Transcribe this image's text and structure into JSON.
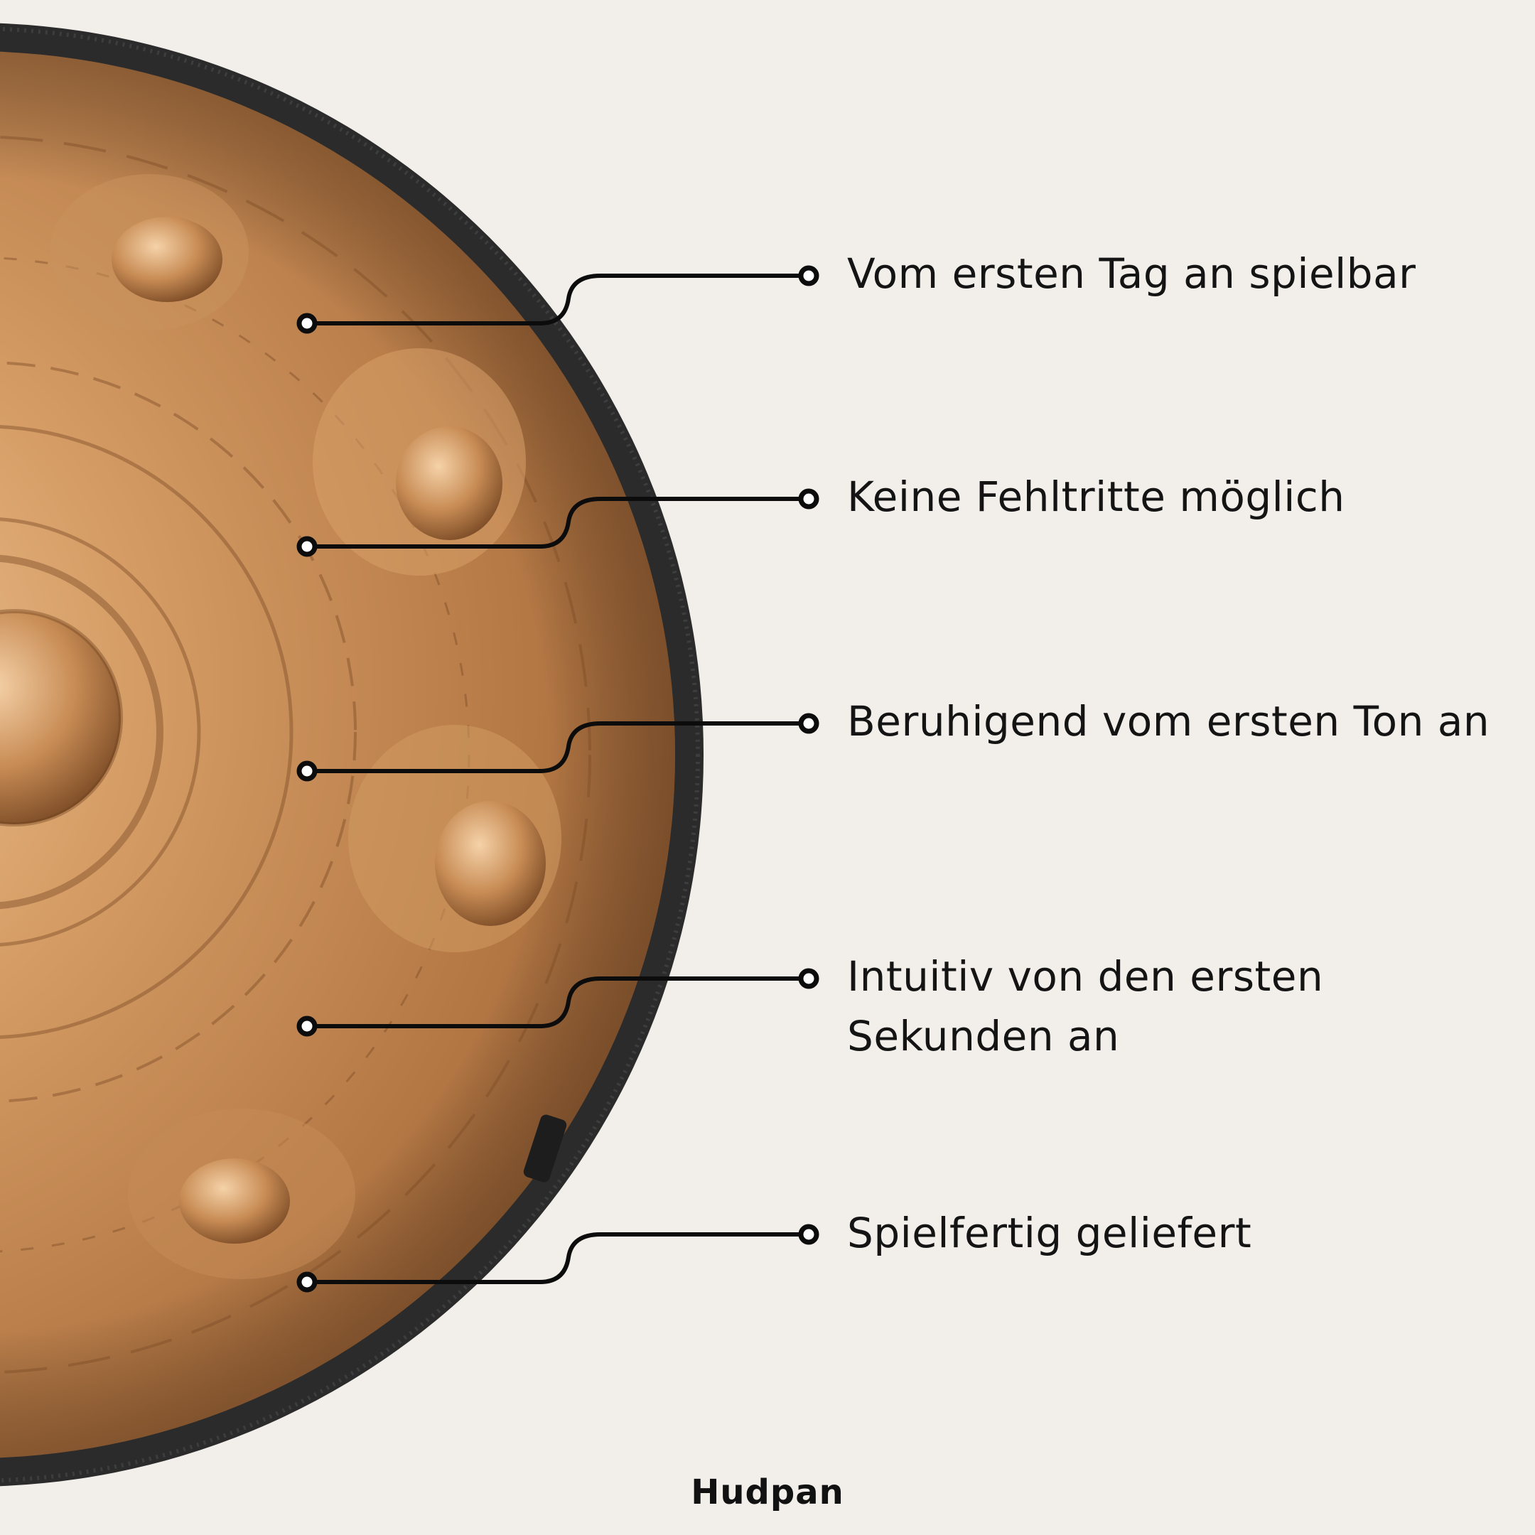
{
  "colors": {
    "background": "#f2eeea",
    "text": "#141414",
    "line": "#0c0c0c",
    "rim": "#2a2a2a",
    "bronze_light": "#e0ad7a",
    "bronze_mid": "#b67a45",
    "bronze_dark": "#6e4220"
  },
  "product_image": {
    "icon": "handpan-bronze"
  },
  "features": [
    {
      "label": "Vom ersten Tag an spielbar"
    },
    {
      "label": "Keine Fehltritte möglich"
    },
    {
      "label": "Beruhigend vom ersten Ton an"
    },
    {
      "label": "Intuitiv von den ersten Sekunden an"
    },
    {
      "label": "Spielfertig geliefert"
    }
  ],
  "brand": {
    "name": "Hudpan"
  }
}
